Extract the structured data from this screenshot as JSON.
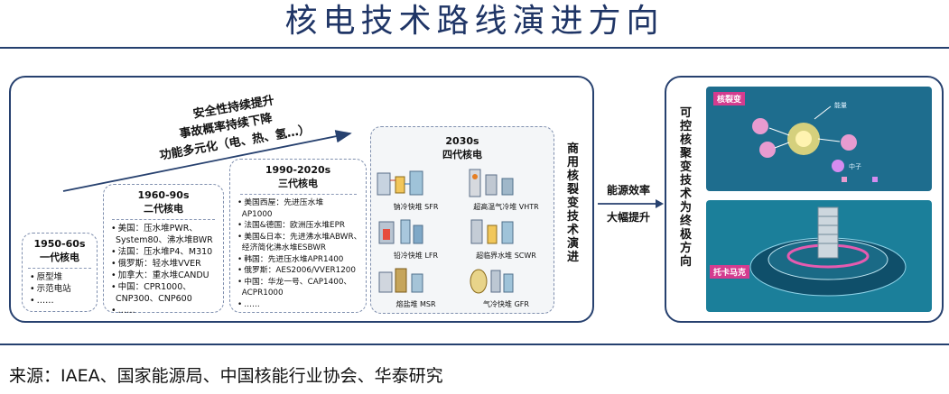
{
  "title": "核电技术路线演进方向",
  "arrow_text": {
    "line1": "安全性持续提升",
    "line2": "事故概率持续下降",
    "line3": "功能多元化（电、热、氢…）"
  },
  "generations": [
    {
      "years": "1950-60s",
      "name": "一代核电",
      "items": [
        "原型堆",
        "示范电站",
        "……"
      ]
    },
    {
      "years": "1960-90s",
      "name": "二代核电",
      "items": [
        "美国：压水堆PWR、",
        "System80、沸水堆BWR",
        "法国：压水堆P4、M310",
        "俄罗斯：轻水堆VVER",
        "加拿大：重水堆CANDU",
        "中国：CPR1000、",
        "CNP300、CNP600",
        "……"
      ]
    },
    {
      "years": "1990-2020s",
      "name": "三代核电",
      "items": [
        "美国西屋：先进压水堆",
        "AP1000",
        "法国&德国：欧洲压水堆EPR",
        "美国&日本：先进沸水堆ABWR、",
        "经济简化沸水堆ESBWR",
        "韩国：先进压水堆APR1400",
        "俄罗斯：AES2006/VVER1200",
        "中国：华龙一号、CAP1400、",
        "ACPR1000",
        "……"
      ]
    },
    {
      "years": "2030s",
      "name": "四代核电",
      "items": []
    }
  ],
  "gen4_reactors": [
    "钠冷快堆 SFR",
    "超高温气冷堆 VHTR",
    "铅冷快堆 LFR",
    "超临界水堆 SCWR",
    "熔盐堆 MSR",
    "气冷快堆 GFR"
  ],
  "vertical_commercial": "商用核裂变技术演进",
  "middle_label": {
    "line1": "能源效率",
    "line2": "大幅提升"
  },
  "vertical_fusion": "可控核聚变技术为终极方向",
  "fusion_panel": {
    "fission_tag": "核裂变",
    "energy_label": "能量",
    "tokamak_tag": "托卡马克",
    "neutron_label": "中子"
  },
  "source": "来源：IAEA、国家能源局、中国核能行业协会、华泰研究",
  "colors": {
    "navy": "#25406f",
    "accent_pink": "#d43c8f",
    "teal": "#1e6d8e"
  }
}
